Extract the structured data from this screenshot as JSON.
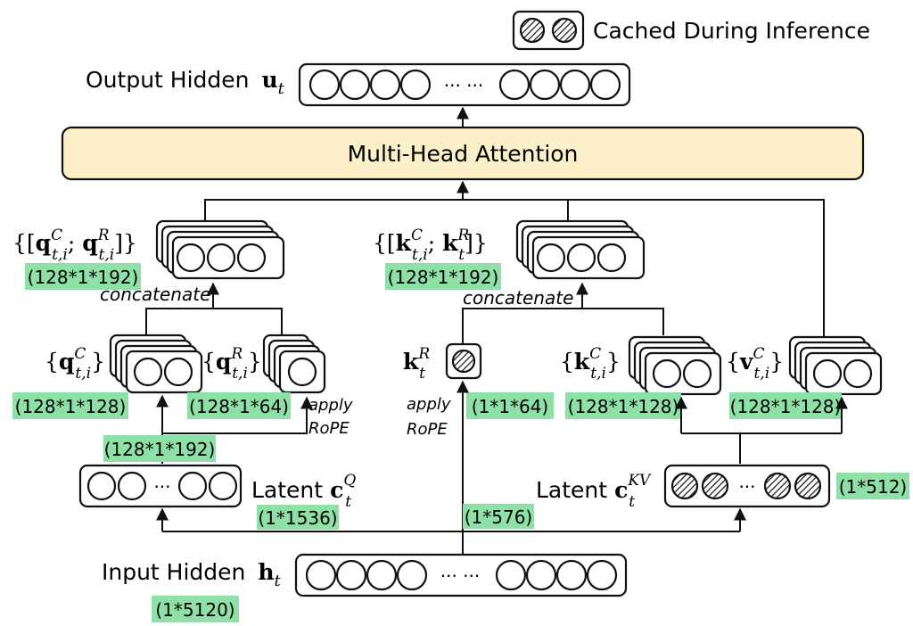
{
  "legend": {
    "label": "Cached During Inference"
  },
  "output": {
    "label": "Output Hidden",
    "var": "u",
    "sub": "t",
    "ellipsis": "··· ···"
  },
  "attention": {
    "label": "Multi-Head Attention"
  },
  "q_concat": {
    "prefix": "{[",
    "v1": "q",
    "sup1": "C",
    "sub1": "t,i",
    "sep": "; ",
    "v2": "q",
    "sup2": "R",
    "sub2": "t,i",
    "suffix": "]}",
    "dims": "(128*1*192)"
  },
  "k_concat": {
    "prefix": "{[",
    "v1": "k",
    "sup1": "C",
    "sub1": "t,i",
    "sep": "; ",
    "v2": "k",
    "sup2": "R",
    "sub2": "t",
    "suffix": "]}",
    "dims": "(128*1*192)"
  },
  "concatenate_label": "concatenate",
  "qc": {
    "var": "q",
    "sup": "C",
    "sub": "t,i",
    "dims": "(128*1*128)"
  },
  "qr": {
    "var": "q",
    "sup": "R",
    "sub": "t,i",
    "dims": "(128*1*64)"
  },
  "kr": {
    "var": "k",
    "sup": "R",
    "sub": "t",
    "dims": "(1*1*64)"
  },
  "kc": {
    "var": "k",
    "sup": "C",
    "sub": "t,i",
    "dims": "(128*1*128)"
  },
  "vc": {
    "var": "v",
    "sup": "C",
    "sub": "t,i",
    "dims": "(128*1*128)"
  },
  "apply_rope": {
    "line1": "apply",
    "line2": "RoPE"
  },
  "q_down_dims": "(128*1*192)",
  "latent_q": {
    "label": "Latent",
    "var": "c",
    "sup": "Q",
    "sub": "t",
    "dims": "(1*1536)",
    "ellipsis": "···"
  },
  "latent_kv": {
    "label": "Latent",
    "var": "c",
    "sup": "KV",
    "sub": "t",
    "dims": "(1*512)",
    "ellipsis": "···"
  },
  "kr_path_dims": "(1*576)",
  "input": {
    "label": "Input Hidden",
    "var": "h",
    "sub": "t",
    "dims": "(1*5120)",
    "ellipsis": "··· ···"
  }
}
